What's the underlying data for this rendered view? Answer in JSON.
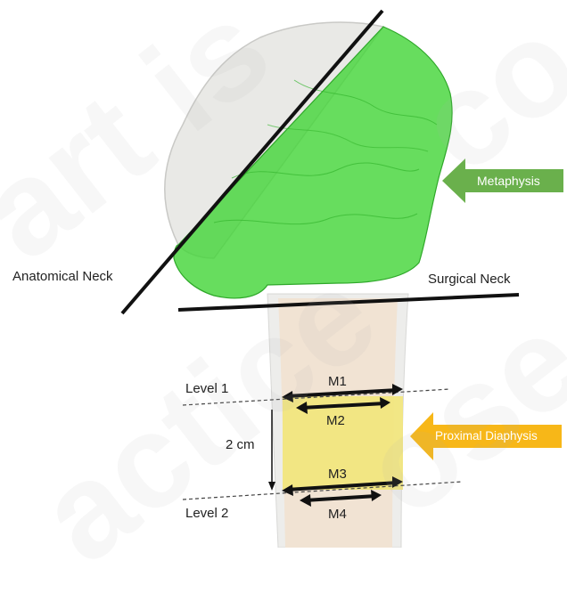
{
  "labels": {
    "anatomical_neck": "Anatomical Neck",
    "surgical_neck": "Surgical Neck",
    "metaphysis": "Metaphysis",
    "proximal_diaphysis": "Proximal Diaphysis",
    "level1": "Level 1",
    "level2": "Level 2",
    "distance": "2 cm",
    "m1": "M1",
    "m2": "M2",
    "m3": "M3",
    "m4": "M4"
  },
  "watermark": [
    "art is",
    "co",
    "actice",
    "ose"
  ],
  "colors": {
    "metaphysis_region": "#46d63a",
    "metaphysis_arrow": "#6ab04c",
    "diaphysis_region": "#f2e67a",
    "diaphysis_arrow": "#f7b718",
    "shaft": "#f1e3d3",
    "bone_head": "#e8e8e6",
    "line": "#111111"
  }
}
